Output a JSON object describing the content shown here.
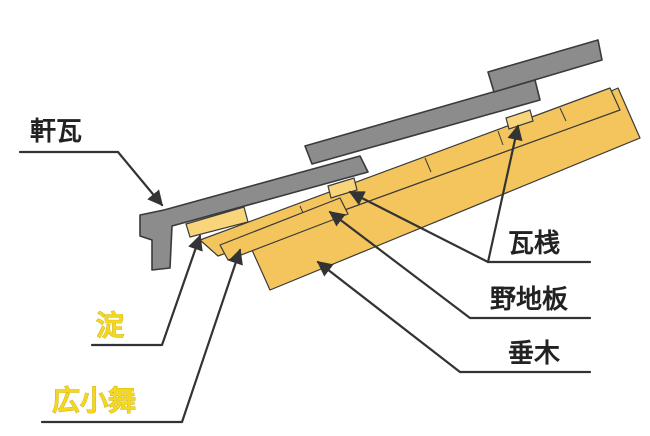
{
  "labels": {
    "noki_gawara": "軒瓦",
    "kawara_zan": "瓦桟",
    "yaji_ita": "野地板",
    "taruki": "垂木",
    "yodo": "淀",
    "hiro_komai": "広小舞"
  },
  "colors": {
    "tile_gray": "#8c8c8c",
    "wood": "#f4c55c",
    "highlight_label": "#f4d820",
    "line": "#333333"
  },
  "icons": [
    "arrow-icon"
  ]
}
